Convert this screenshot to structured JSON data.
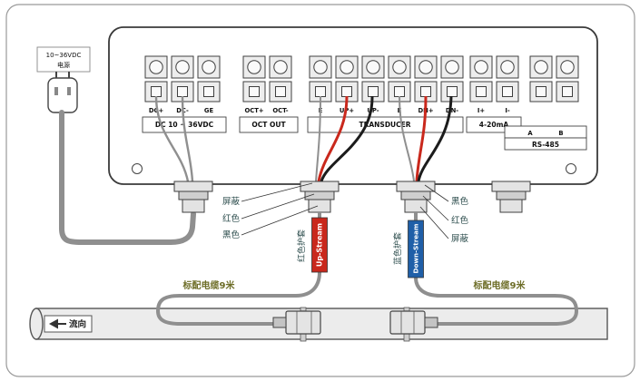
{
  "colors": {
    "sheath_red": "#c9281c",
    "sheath_blue": "#1f5fa8",
    "wire_red": "#c9281c",
    "wire_black": "#1c1c1c",
    "wire_gray": "#8f8f8f",
    "label_dark": "#2f4f4f",
    "label_olive": "#6e6e28"
  },
  "power": {
    "line1": "10~36VDC",
    "line2": "电源"
  },
  "panel": {
    "dc": {
      "pins": [
        "DC+",
        "DC-",
        "GE"
      ],
      "caption": "DC 10 ~ 36VDC"
    },
    "oct": {
      "pins": [
        "OCT+",
        "OCT-"
      ],
      "caption": "OCT OUT"
    },
    "up": {
      "pins": [
        "E",
        "UP+",
        "UP-"
      ]
    },
    "dn": {
      "pins": [
        "E",
        "DN+",
        "DN-"
      ]
    },
    "transducer_caption": "TRANSDUCER",
    "current": {
      "pins": [
        "I+",
        "I-"
      ],
      "caption": "4-20mA"
    },
    "rs485": {
      "pins": [
        "A",
        "B"
      ],
      "caption": "RS-485"
    }
  },
  "wire_labels": {
    "left": [
      "屏蔽",
      "红色",
      "黑色"
    ],
    "right": [
      "黑色",
      "红色",
      "屏蔽"
    ]
  },
  "sheaths": {
    "up": {
      "jacket": "红色护套",
      "stream": "Up-Stream"
    },
    "down": {
      "jacket": "蓝色护套",
      "stream": "Down-Stream"
    }
  },
  "notes": {
    "left": "标配电缆9米",
    "right": "标配电缆9米"
  },
  "pipe": {
    "flow": "流向"
  }
}
